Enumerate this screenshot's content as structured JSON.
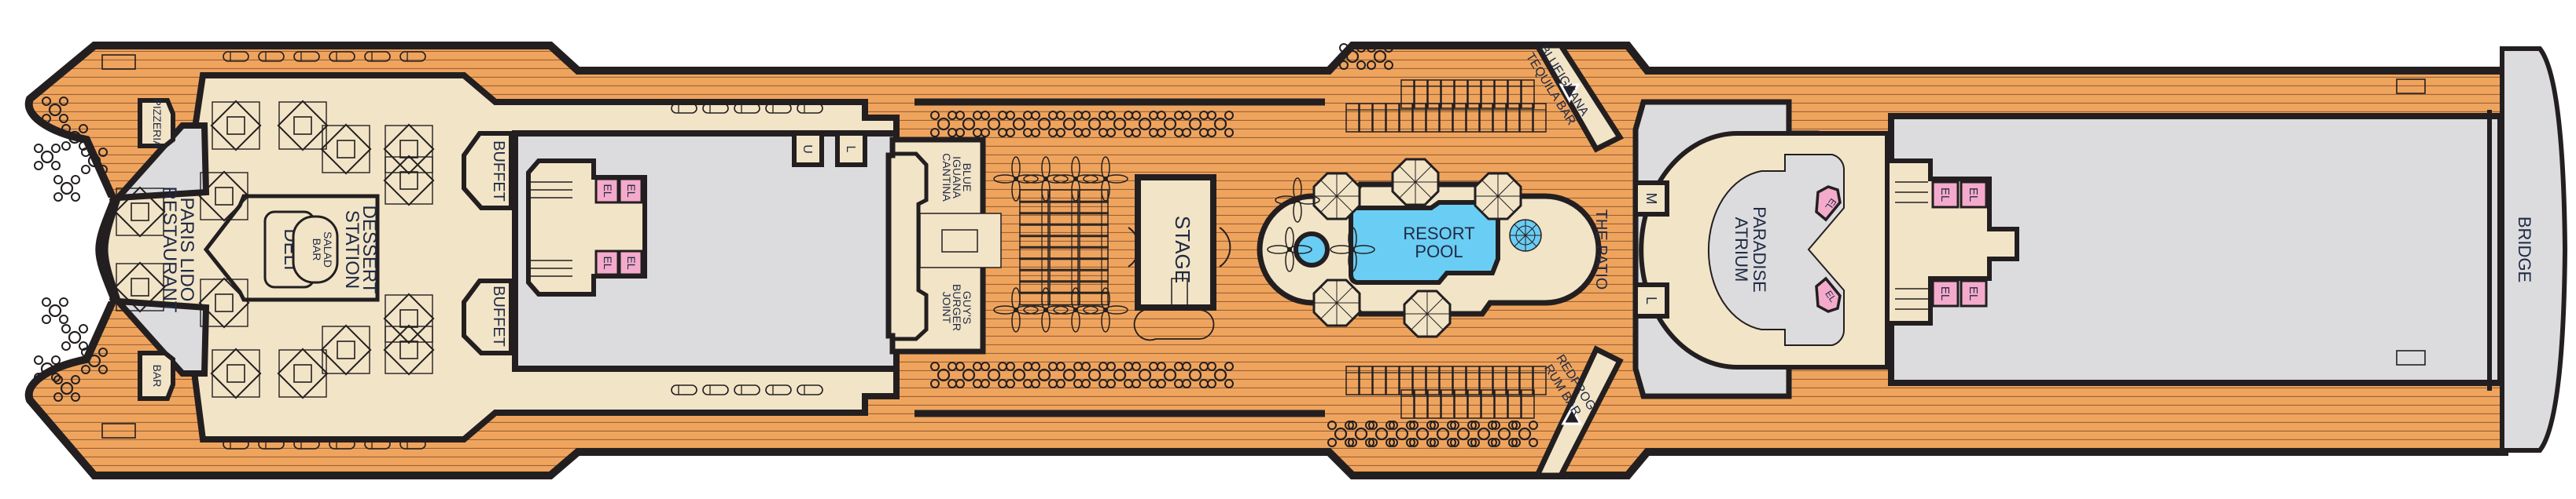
{
  "plan": {
    "title": "Lido Deck",
    "colors": {
      "deck": "#EFA45E",
      "deck_line": "#9C6236",
      "interior": "#F2E4C7",
      "restricted": "#DCDCDE",
      "pool": "#6ACDF3",
      "elevator": "#F4AACB",
      "outline": "#231F20",
      "text": "#1F2A44"
    },
    "venues": {
      "pizzeria": "PIZZERIA",
      "bar": "BAR",
      "restaurant_line1": "PARIS LIDO",
      "restaurant_line2": "RESTAURANT",
      "deli": "DELI",
      "salad_bar_line1": "SALAD",
      "salad_bar_line2": "BAR",
      "dessert_line1": "DESSERT",
      "dessert_line2": "STATION",
      "buffet_port": "BUFFET",
      "buffet_starboard": "BUFFET",
      "cantina_line1": "BLUE",
      "cantina_line2": "IGUANA",
      "cantina_line3": "CANTINA",
      "burger_line1": "GUY'S",
      "burger_line2": "BURGER",
      "burger_line3": "JOINT",
      "stage": "STAGE",
      "pool_line1": "RESORT",
      "pool_line2": "POOL",
      "tequila_line1": "BLUEIGUANA",
      "tequila_line2": "TEQUILA BAR",
      "rum_line1": "REDFROG",
      "rum_line2": "RUM BAR",
      "patio": "THE PATIO",
      "atrium_line1": "PARADISE",
      "atrium_line2": "ATRIUM",
      "bridge": "BRIDGE"
    },
    "facilities": {
      "elevator": "EL",
      "mens_restroom": "M",
      "ladies_restroom": "L",
      "unisex_restroom": "U"
    }
  }
}
